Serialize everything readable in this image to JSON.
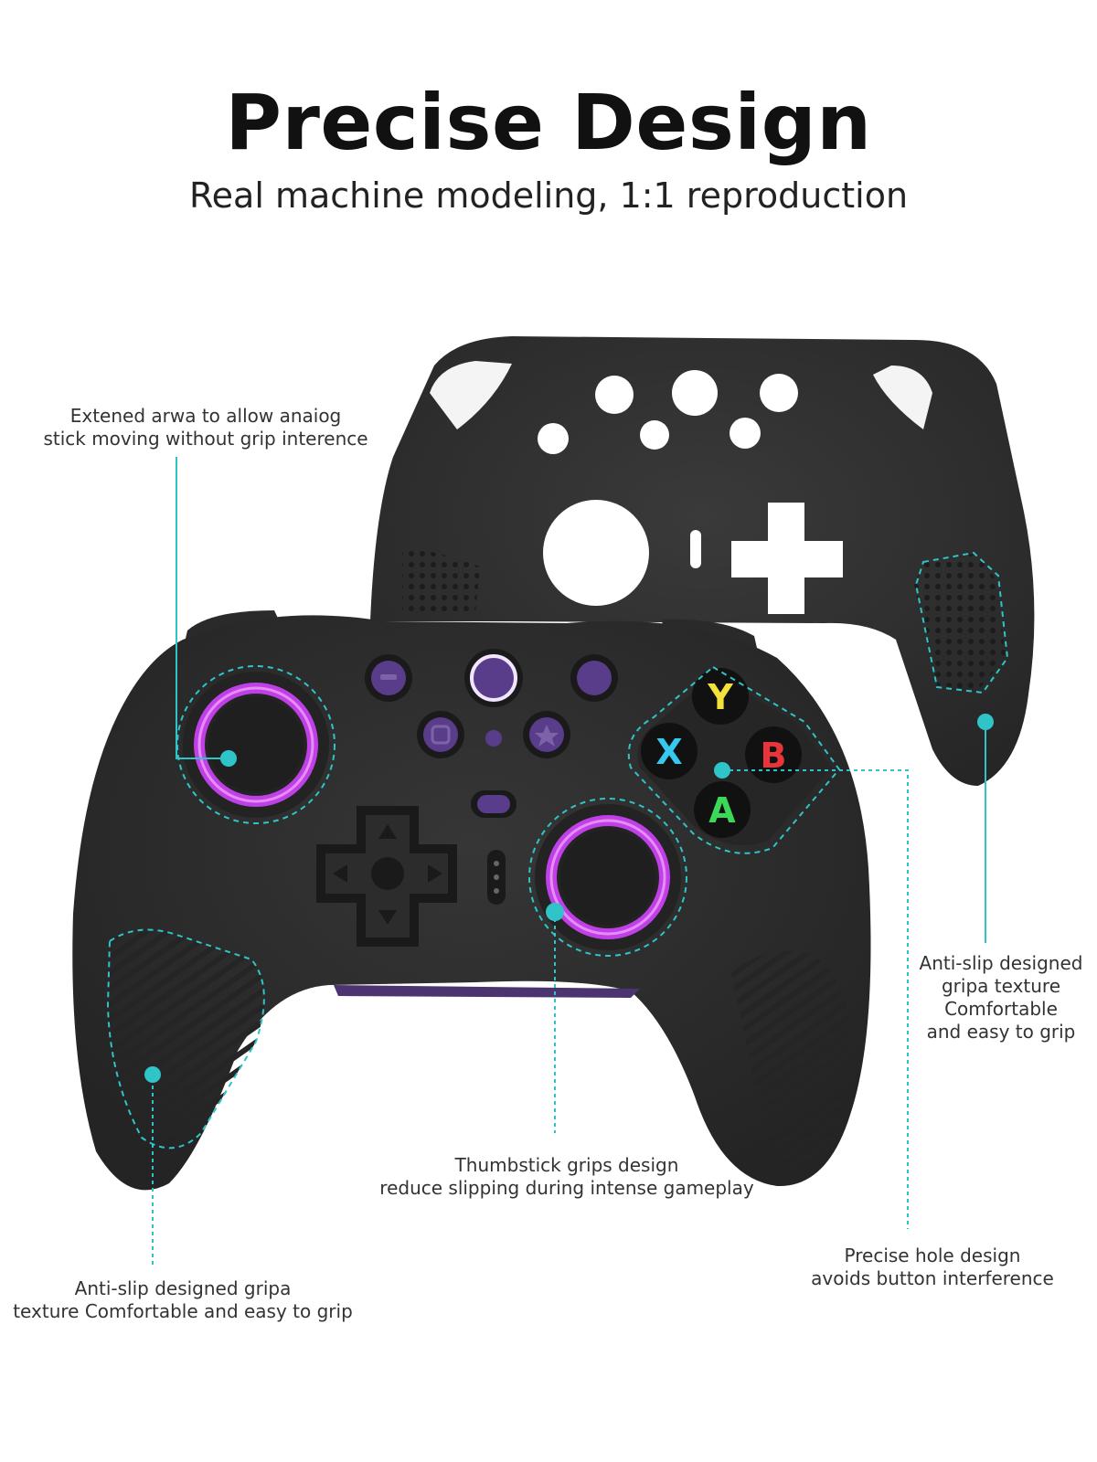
{
  "header": {
    "title": "Precise Design",
    "subtitle": "Real machine modeling, 1:1 reproduction"
  },
  "face_buttons": {
    "y": "Y",
    "x": "X",
    "b": "B",
    "a": "A"
  },
  "callouts": {
    "analog_area": {
      "line1": "Extened arwa to allow anaiog",
      "line2": "stick moving without grip interence"
    },
    "right_grip": {
      "line1": "Anti-slip designed",
      "line2": "gripa texture",
      "line3": "Comfortable",
      "line4": "and easy to grip"
    },
    "thumbstick": {
      "line1": "Thumbstick grips design",
      "line2": "reduce slipping during intense gameplay"
    },
    "hole_design": {
      "line1": "Precise hole design",
      "line2": "avoids button interference"
    },
    "left_grip": {
      "line1": "Anti-slip designed gripa",
      "line2": "texture  Comfortable and easy to grip"
    }
  },
  "colors": {
    "accent": "#2ec4c8",
    "ring": "#c040e8",
    "purple_button": "#5a3d8a",
    "body": "#2b2b2b",
    "y": "#f2e23a",
    "x": "#37c8f0",
    "b": "#e8353b",
    "a": "#3bd957"
  }
}
